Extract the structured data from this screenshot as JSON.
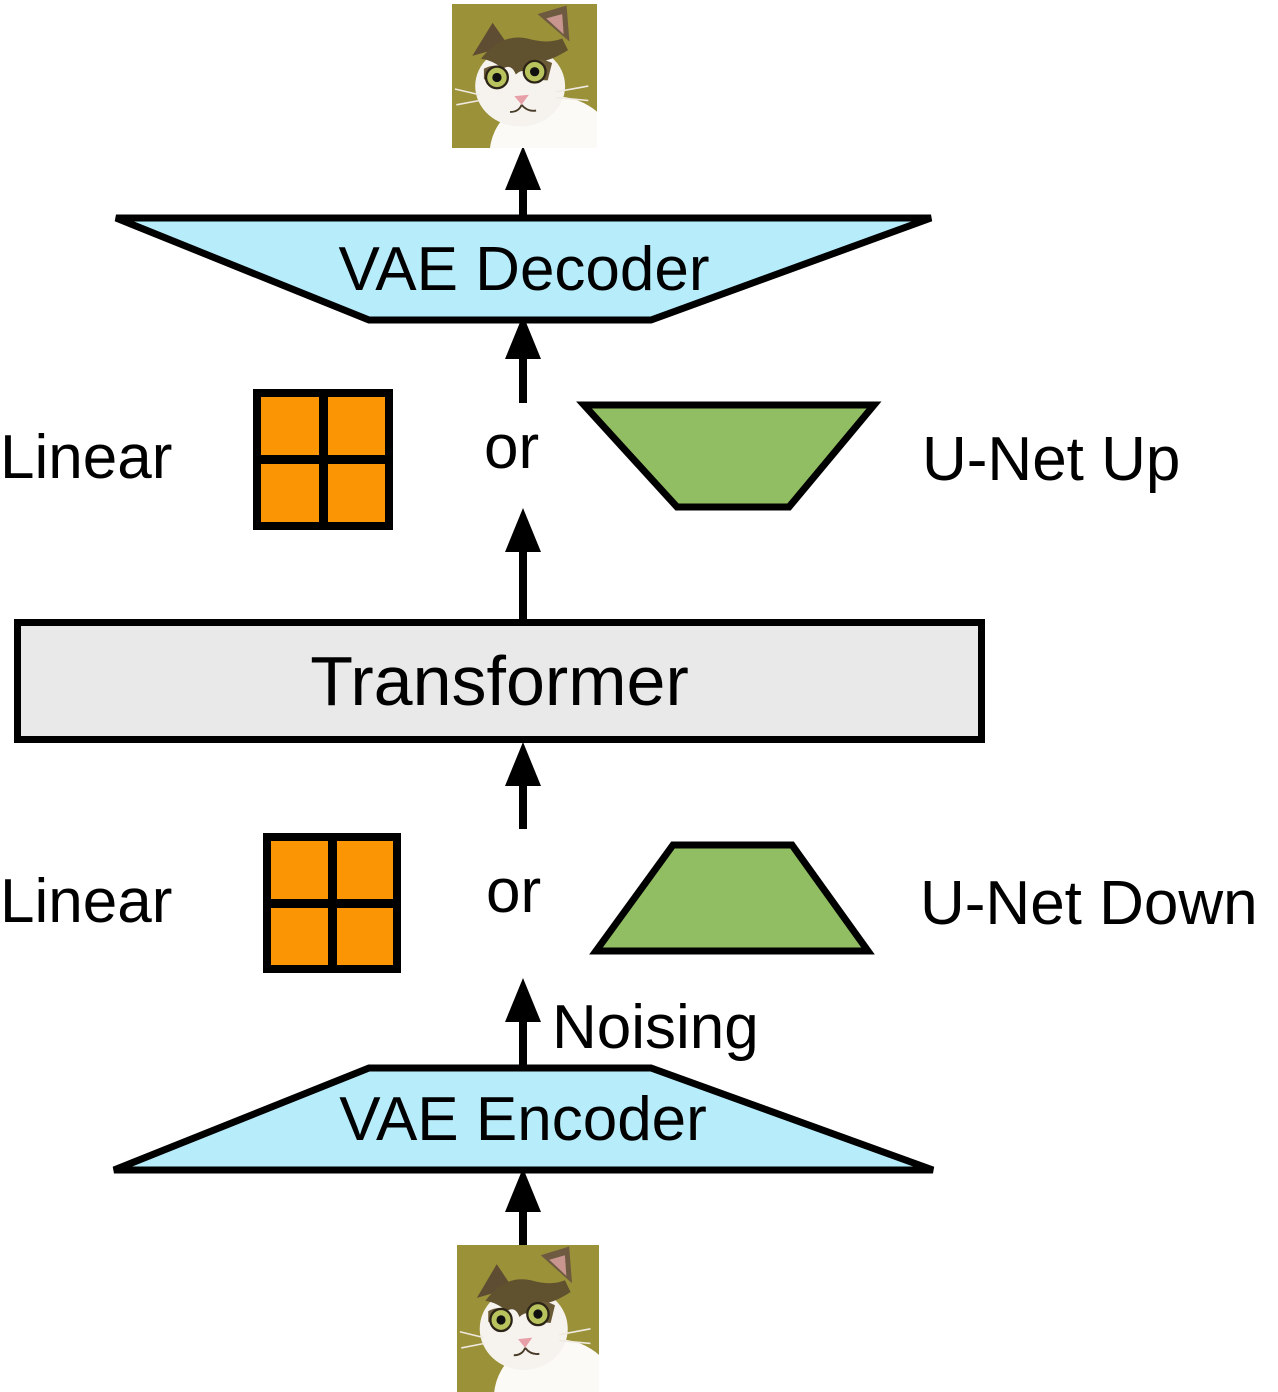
{
  "figure": {
    "description_type": "architecture-diagram",
    "background": "#ffffff"
  },
  "nodes": {
    "output_image": {
      "icon": "cat-photo"
    },
    "vae_decoder": {
      "label": "VAE Decoder"
    },
    "upper_branch": {
      "linear": "Linear",
      "or": "or",
      "unet": "U-Net Up"
    },
    "transformer": {
      "label": "Transformer"
    },
    "lower_branch": {
      "linear": "Linear",
      "or": "or",
      "unet": "U-Net Down"
    },
    "noising": {
      "label": "Noising"
    },
    "vae_encoder": {
      "label": "VAE Encoder"
    },
    "input_image": {
      "icon": "cat-photo"
    }
  },
  "colors": {
    "vae_fill": "#B7ECFA",
    "unet_fill": "#92BE63",
    "linear_patch_fill": "#FB9504",
    "transformer_fill": "#E9E9E9",
    "outline": "#000000",
    "text": "#000000"
  }
}
